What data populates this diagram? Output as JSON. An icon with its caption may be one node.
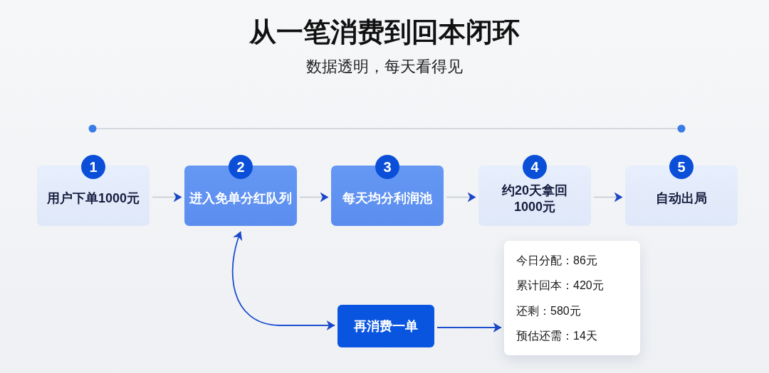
{
  "diagram": {
    "title": "从一笔消费到回本闭环",
    "nodes": [
      {
        "text": [
          "1",
          "用户下单1000元"
        ]
      },
      {
        "text": [
          "2",
          "进入免单分红队列"
        ]
      },
      {
        "text": [
          "3",
          "每天均分利润池"
        ]
      },
      {
        "text": [
          "4",
          "约20天拿回1000元"
        ]
      },
      {
        "text": [
          "5",
          "自动出局"
        ]
      },
      {
        "text": [
          "再消费一单"
        ]
      },
      {
        "text": [
          "今日分配：86元",
          "累计回本：420元",
          "还剩：580元",
          "预估还需：14天"
        ]
      }
    ],
    "edges": [
      {
        "from": 0,
        "to": 1,
        "arrow": "to"
      },
      {
        "from": 1,
        "to": 2,
        "arrow": "to"
      },
      {
        "from": 2,
        "to": 3,
        "arrow": "to"
      },
      {
        "from": 3,
        "to": 4,
        "arrow": "to"
      },
      {
        "from": 1,
        "to": 5,
        "arrow": "both",
        "color": "#1b4fd0"
      },
      {
        "from": 5,
        "to": 6,
        "arrow": "to",
        "color": "#1b4fd0"
      }
    ],
    "labels": [
      "数据透明，每天看得见"
    ]
  }
}
